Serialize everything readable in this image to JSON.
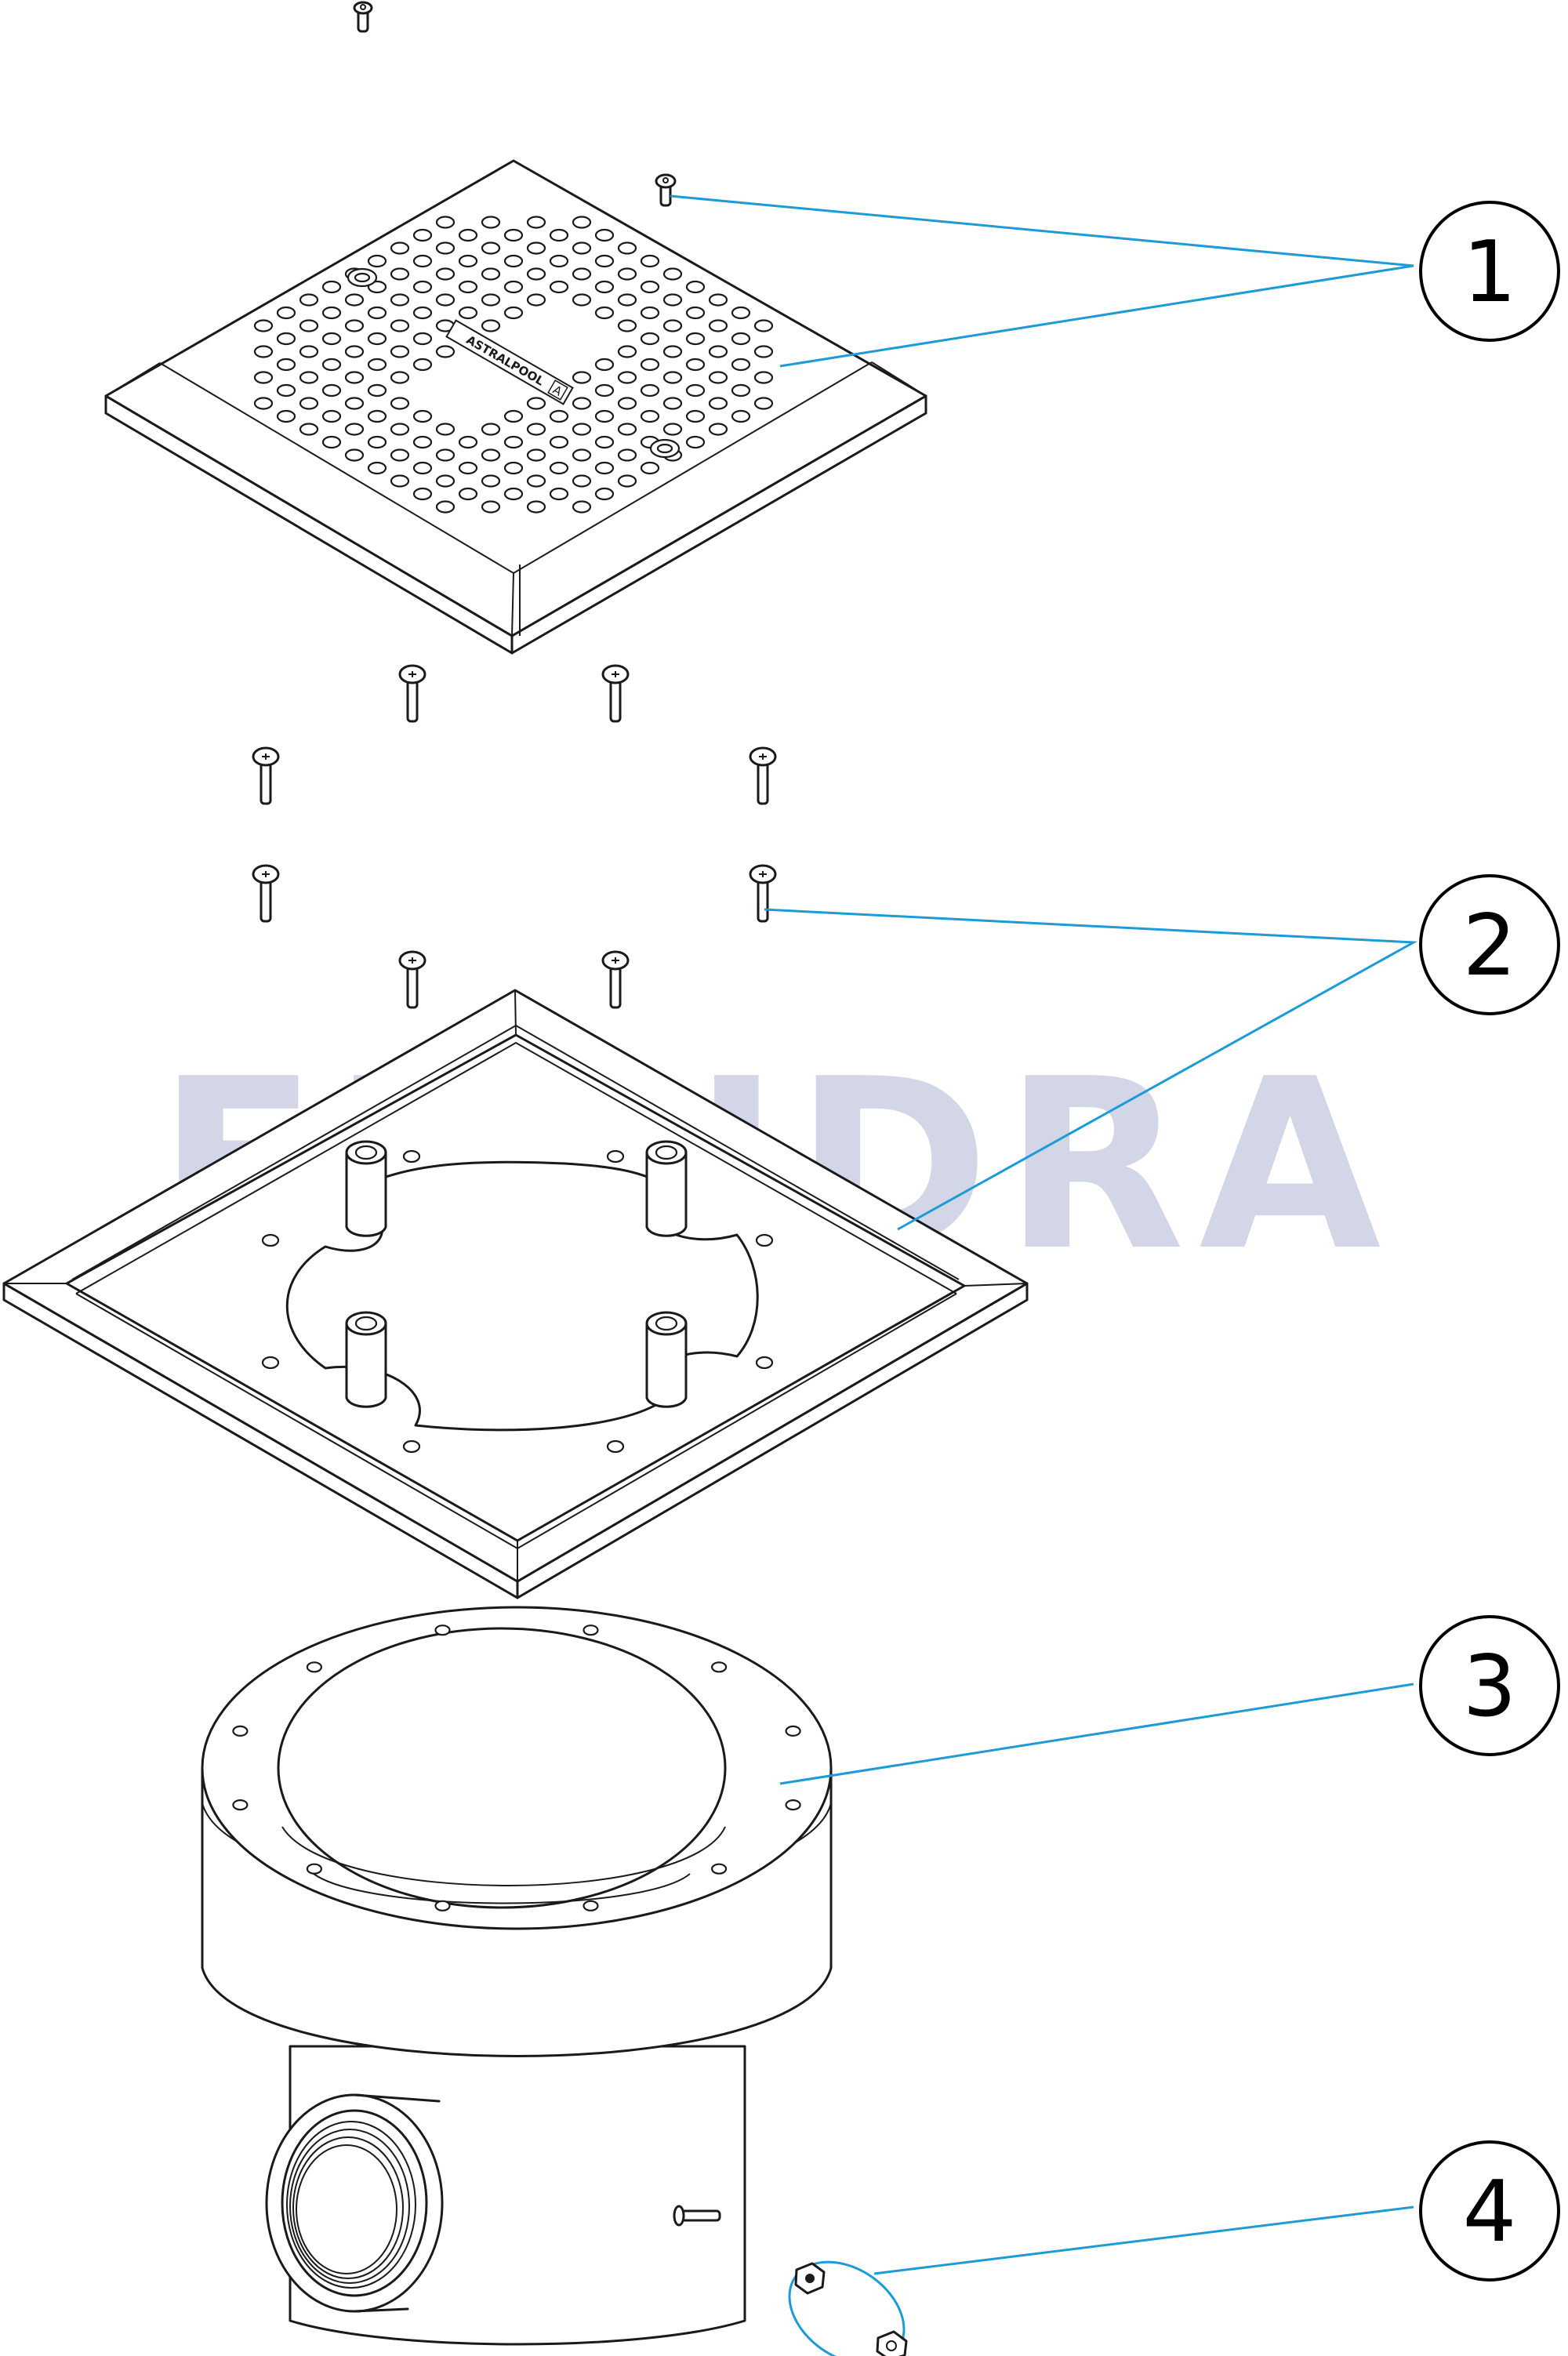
{
  "watermark": "FLUIDRA",
  "grate_brand": "ASTRALPOOL",
  "grate_brand_mark": "A",
  "callouts": [
    {
      "number": "1"
    },
    {
      "number": "2"
    },
    {
      "number": "3"
    },
    {
      "number": "4"
    }
  ],
  "colors": {
    "leader": "#1d9bd6",
    "watermark": "#d3d6e6",
    "outline": "#1a1a1a"
  }
}
